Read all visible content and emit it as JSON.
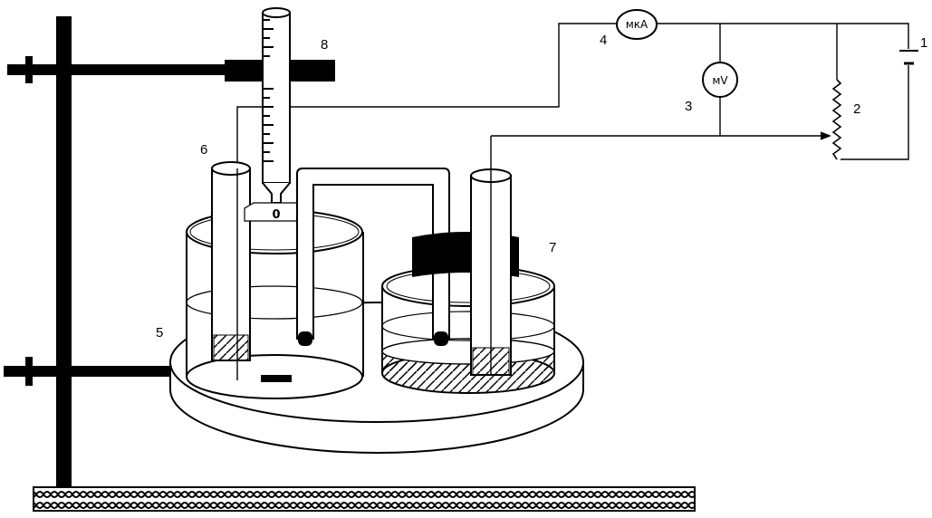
{
  "labels": {
    "n1": "1",
    "n2": "2",
    "n3": "3",
    "n4": "4",
    "n5": "5",
    "n6": "6",
    "n7": "7",
    "n8": "8"
  },
  "instruments": {
    "microammeter": "мкА",
    "millivoltmeter": "мV"
  },
  "burette_zero": "0",
  "colors": {
    "ink": "#000000",
    "background": "#ffffff"
  }
}
